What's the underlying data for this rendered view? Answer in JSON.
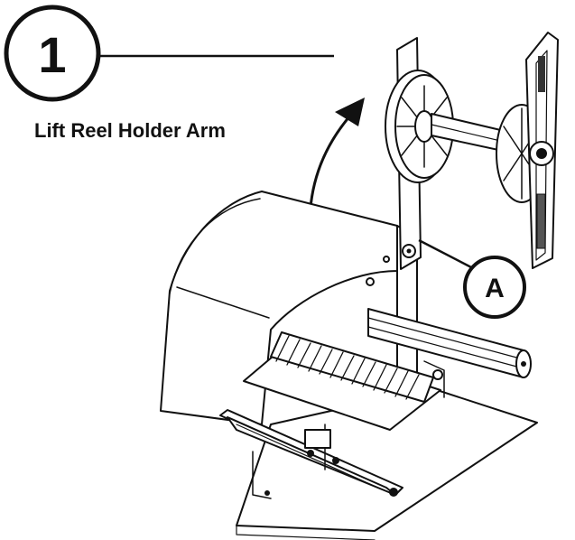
{
  "diagram": {
    "step_number": "1",
    "caption": "Lift Reel Holder Arm",
    "callout_label": "A"
  },
  "colors": {
    "line": "#111111",
    "background": "#ffffff"
  }
}
